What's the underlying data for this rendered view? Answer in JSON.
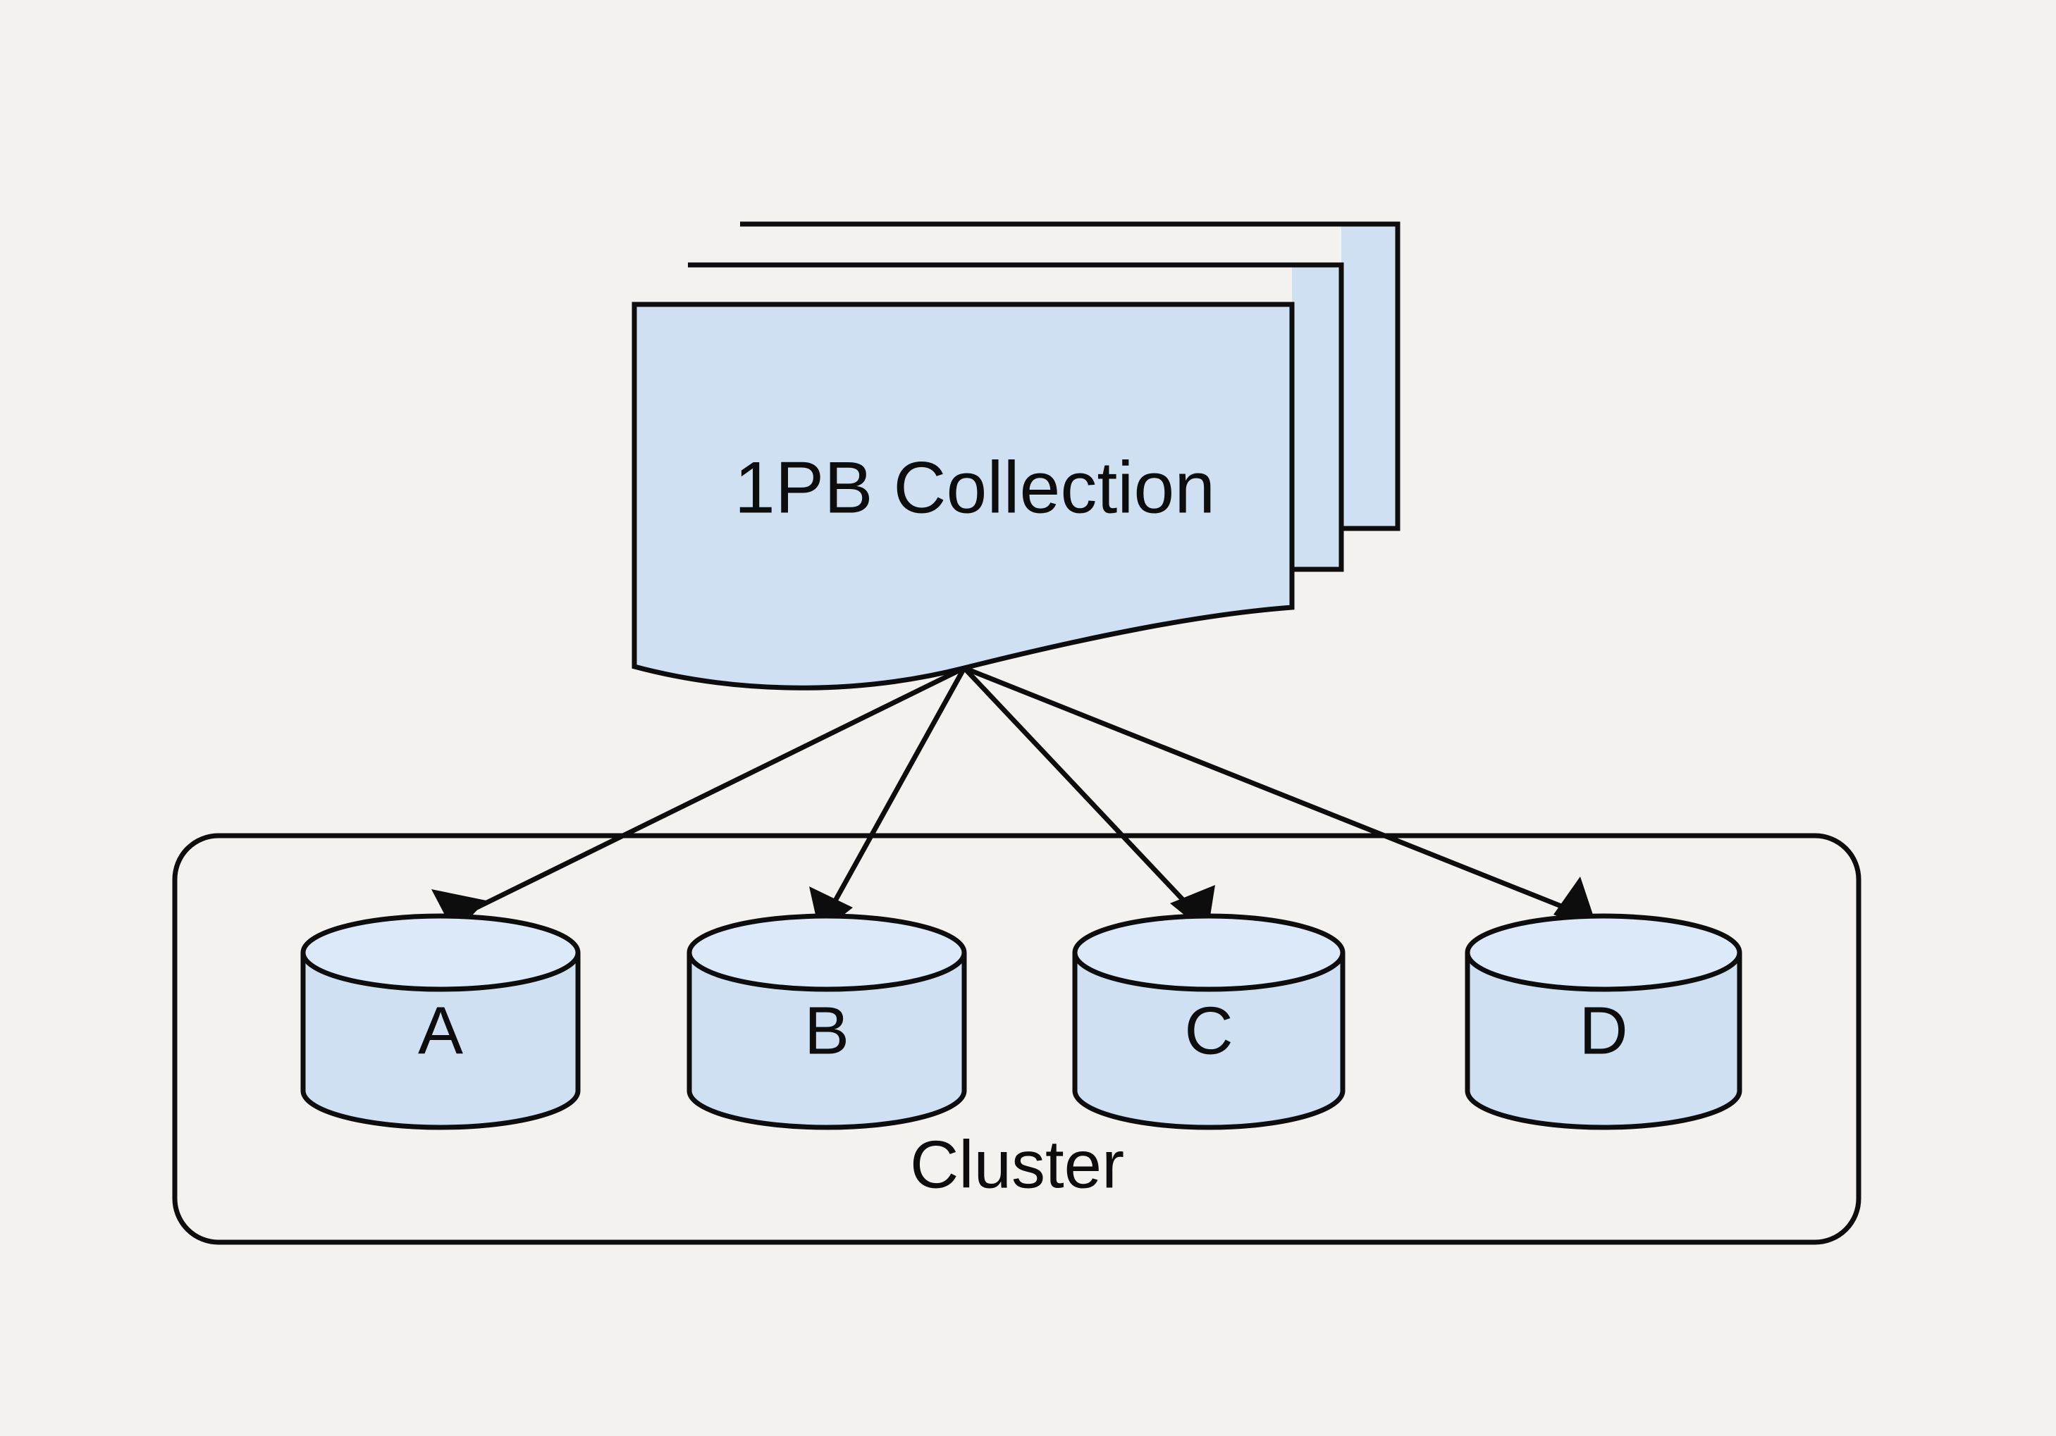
{
  "diagram": {
    "title": "Sharded collection distributed across a cluster",
    "background_color": "#f4f2ee",
    "shape_fill_color": "#cfe0f3",
    "shape_stroke_color": "#0d0d0d",
    "source": {
      "name": "collection-stack",
      "icon": "document-stack-icon",
      "label": "1PB Collection",
      "card_count": 3
    },
    "group": {
      "name": "cluster-box",
      "label": "Cluster",
      "shape": "rounded-rectangle"
    },
    "nodes": [
      {
        "id": "a",
        "label": "A",
        "icon": "database-cylinder-icon"
      },
      {
        "id": "b",
        "label": "B",
        "icon": "database-cylinder-icon"
      },
      {
        "id": "c",
        "label": "C",
        "icon": "database-cylinder-icon"
      },
      {
        "id": "d",
        "label": "D",
        "icon": "database-cylinder-icon"
      }
    ],
    "edges": [
      {
        "from": "1PB Collection",
        "to": "A",
        "style": "arrow"
      },
      {
        "from": "1PB Collection",
        "to": "B",
        "style": "arrow"
      },
      {
        "from": "1PB Collection",
        "to": "C",
        "style": "arrow"
      },
      {
        "from": "1PB Collection",
        "to": "D",
        "style": "arrow"
      }
    ]
  }
}
